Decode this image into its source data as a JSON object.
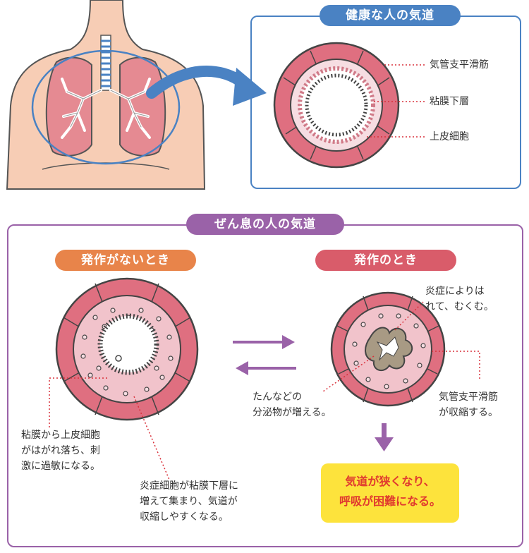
{
  "colors": {
    "blue": "#4a82c3",
    "purple": "#9a62a8",
    "orange": "#e8844a",
    "red": "#d95c6a",
    "muscle": "#df6f80",
    "mucosa": "#f1c3cb",
    "epithelium": "#f6dde2",
    "swollen": "#a89a84",
    "callout_line": "#d9313b",
    "result_bg": "#fde33c",
    "result_text": "#e03a2f"
  },
  "healthy": {
    "title": "健康な人の気道",
    "labels": {
      "smooth_muscle": "気管支平滑筋",
      "submucosa": "粘膜下層",
      "epithelium": "上皮細胞"
    }
  },
  "asthma": {
    "title": "ぜん息の人の気道",
    "no_attack": {
      "title": "発作がないとき",
      "note_epithelium": "粘膜から上皮細胞\nがはがれ落ち、刺\n激に過敏になる。",
      "note_inflammation": "炎症細胞が粘膜下層に\n増えて集まり、気道が\n収縮しやすくなる。"
    },
    "attack": {
      "title": "発作のとき",
      "note_swelling": "炎症によりは\nれて、むくむ。",
      "note_secretion": "たんなどの\n分泌物が増える。",
      "note_contraction": "気管支平滑筋\nが収縮する。",
      "result": "気道が狭くなり、\n呼吸が困難になる。"
    }
  },
  "icons": {
    "lungs": "lungs-illustration",
    "arrow_to_detail": "curved-arrow-icon",
    "exchange": "reversible-arrows-icon",
    "down": "down-arrow-icon"
  }
}
